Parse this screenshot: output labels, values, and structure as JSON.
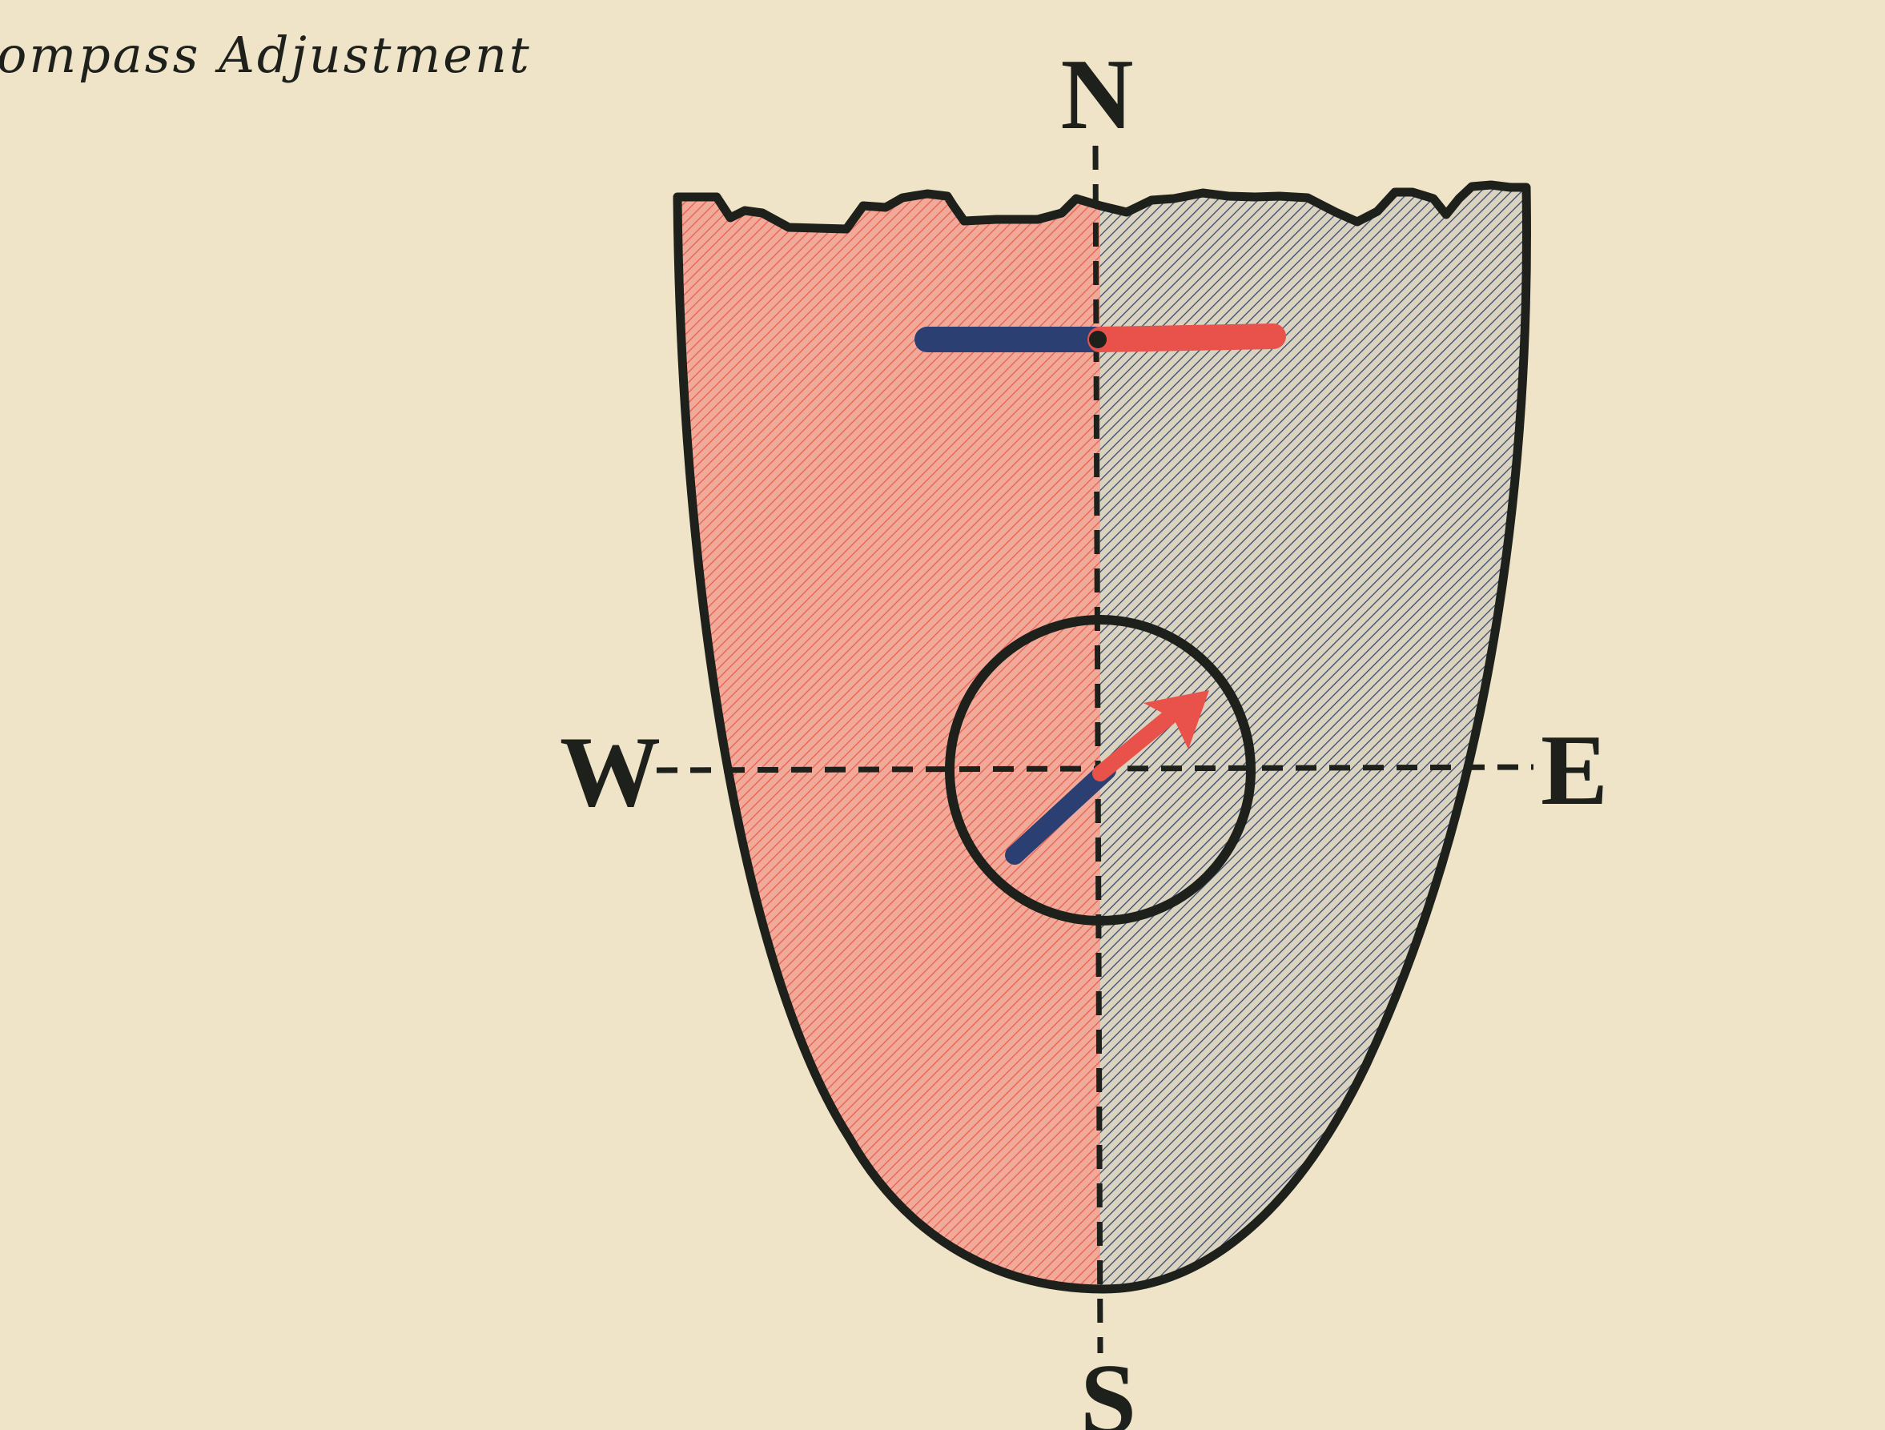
{
  "page_title": "ompass Adjustment",
  "directions": {
    "north": "N",
    "south": "S",
    "west": "W",
    "east": "E"
  },
  "colors": {
    "paper": "#efe3c8",
    "outline": "#1e211b",
    "red_half": "#f1aa9a",
    "red_hatch": "#e8604f",
    "blue_half": "#cccbbf",
    "blue_hatch": "#3a4a6e",
    "magnet_blue": "#2c3f72",
    "magnet_red": "#e8524a"
  },
  "diagram": {
    "description_icons": [
      "hull-shape",
      "fore-aft-magnet",
      "compass-bowl",
      "compass-needle"
    ]
  }
}
